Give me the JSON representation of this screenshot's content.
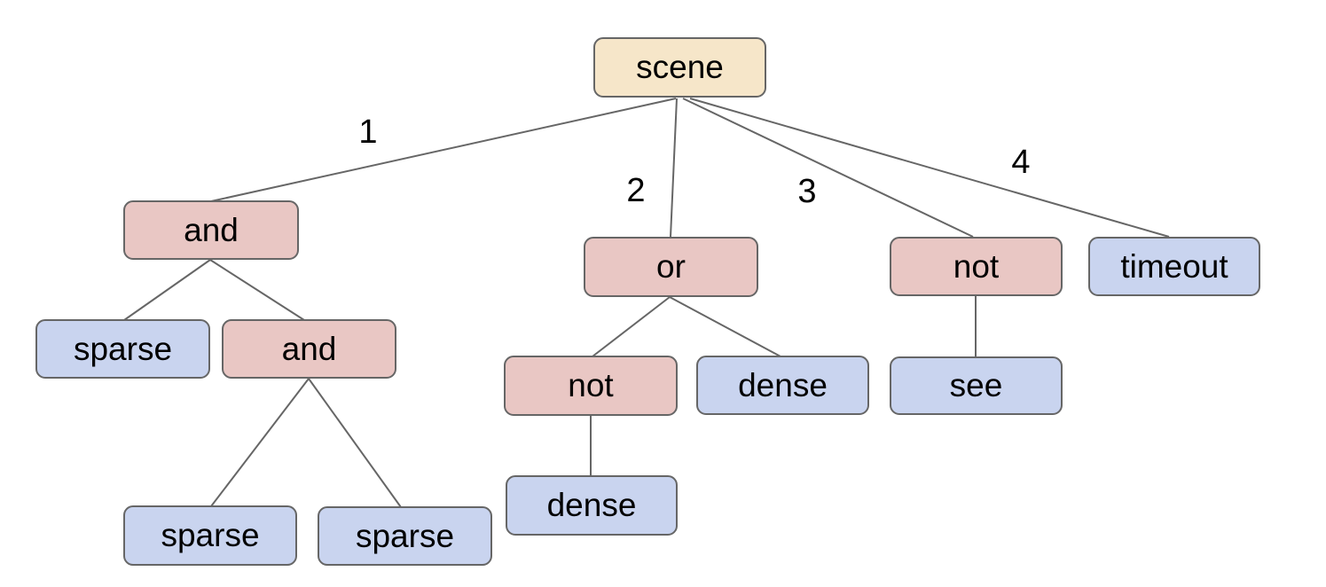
{
  "diagram": {
    "type": "tree",
    "background": "#ffffff",
    "edge_color": "#666666",
    "text_color": "#000000",
    "node_styles": {
      "root": {
        "fill": "#f6e6c9",
        "border": "#666666"
      },
      "operator": {
        "fill": "#e9c7c4",
        "border": "#666666"
      },
      "leaf": {
        "fill": "#c9d4ef",
        "border": "#666666"
      }
    }
  },
  "tree": {
    "label": "scene",
    "kind": "root",
    "children": [
      {
        "edge_label": "1",
        "label": "and",
        "kind": "operator",
        "children": [
          {
            "label": "sparse",
            "kind": "leaf",
            "children": []
          },
          {
            "label": "and",
            "kind": "operator",
            "children": [
              {
                "label": "sparse",
                "kind": "leaf",
                "children": []
              },
              {
                "label": "sparse",
                "kind": "leaf",
                "children": []
              }
            ]
          }
        ]
      },
      {
        "edge_label": "2",
        "label": "or",
        "kind": "operator",
        "children": [
          {
            "label": "not",
            "kind": "operator",
            "children": [
              {
                "label": "dense",
                "kind": "leaf",
                "children": []
              }
            ]
          },
          {
            "label": "dense",
            "kind": "leaf",
            "children": []
          }
        ]
      },
      {
        "edge_label": "3",
        "label": "not",
        "kind": "operator",
        "children": [
          {
            "label": "see",
            "kind": "leaf",
            "children": []
          }
        ]
      },
      {
        "edge_label": "4",
        "label": "timeout",
        "kind": "leaf",
        "children": []
      }
    ]
  }
}
